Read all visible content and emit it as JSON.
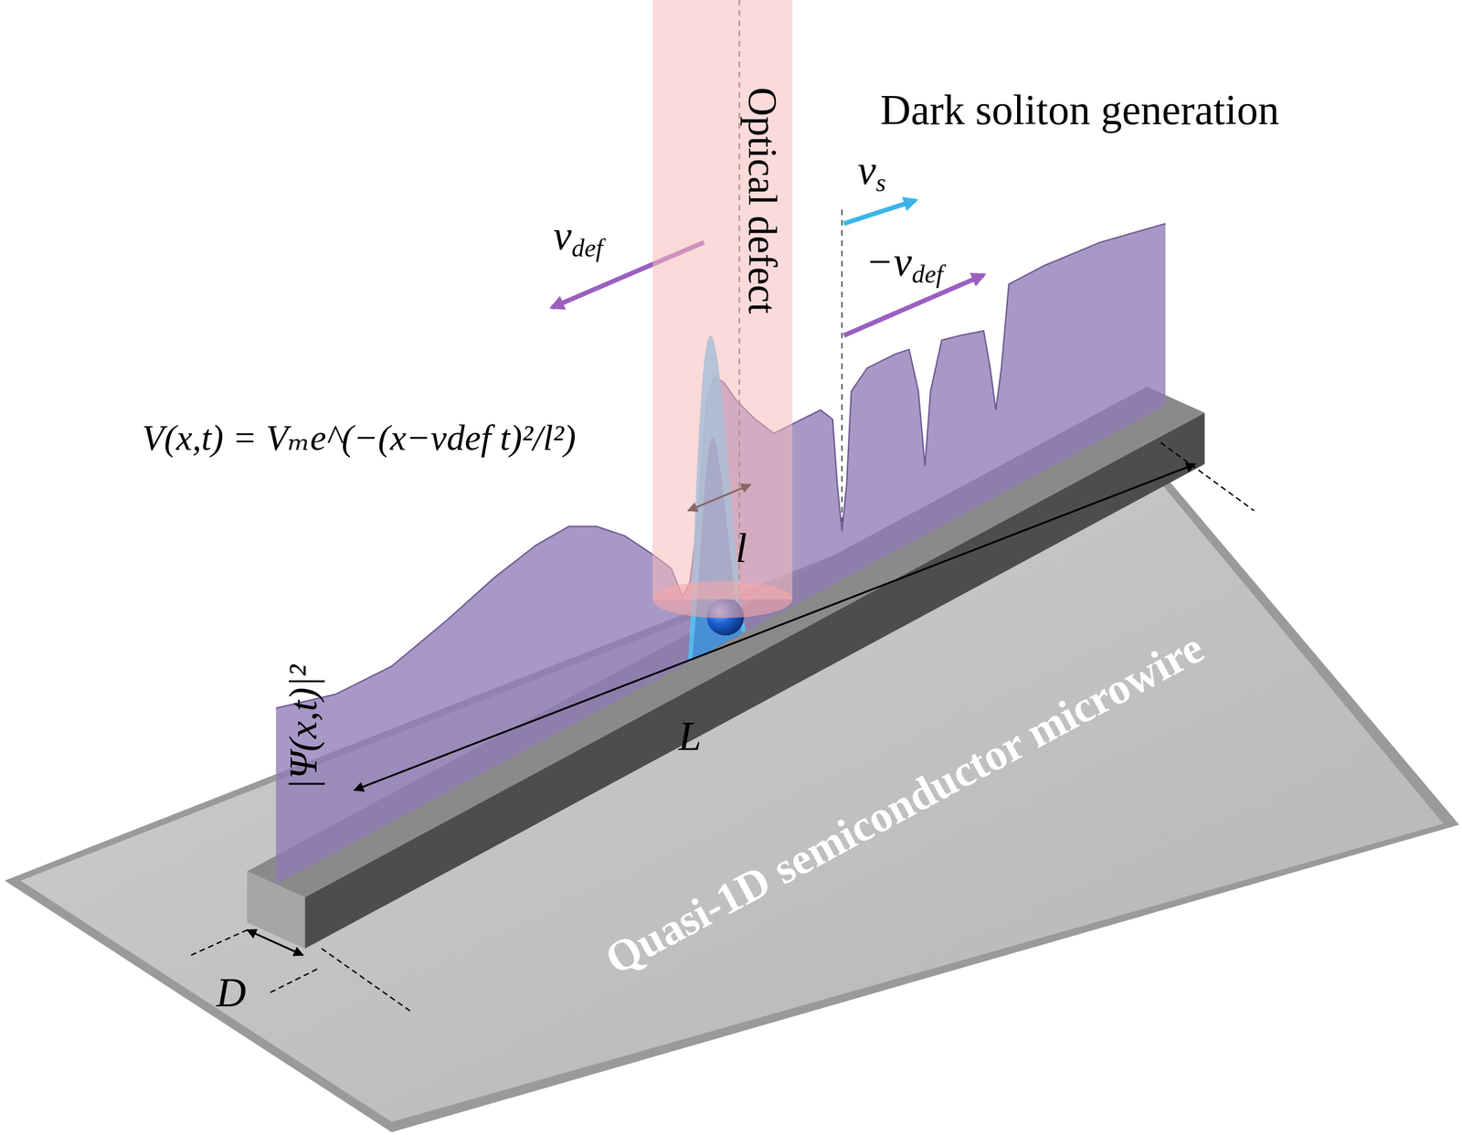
{
  "diagram": {
    "nodes": [
      {
        "text": [
          "Optical defect"
        ]
      }
    ],
    "labels": [
      "Dark soliton generation",
      "vs",
      "vdef",
      "−vdef",
      "V(x,t) = Vₘe^(−(x−vdef t)²/l²)",
      "l",
      "|Ψ(x,t)|²",
      "L",
      "D",
      "Quasi-1D semiconductor microwire"
    ]
  }
}
